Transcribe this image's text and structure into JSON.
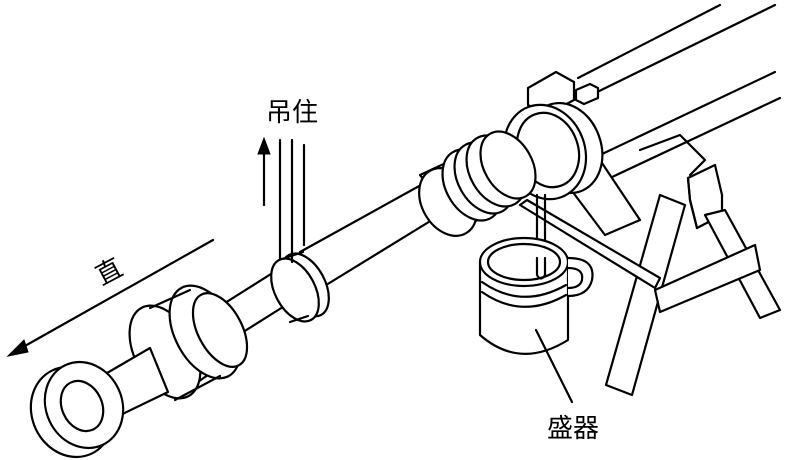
{
  "labels": {
    "hang": "吊住",
    "straight": "直",
    "container": "盛器"
  }
}
